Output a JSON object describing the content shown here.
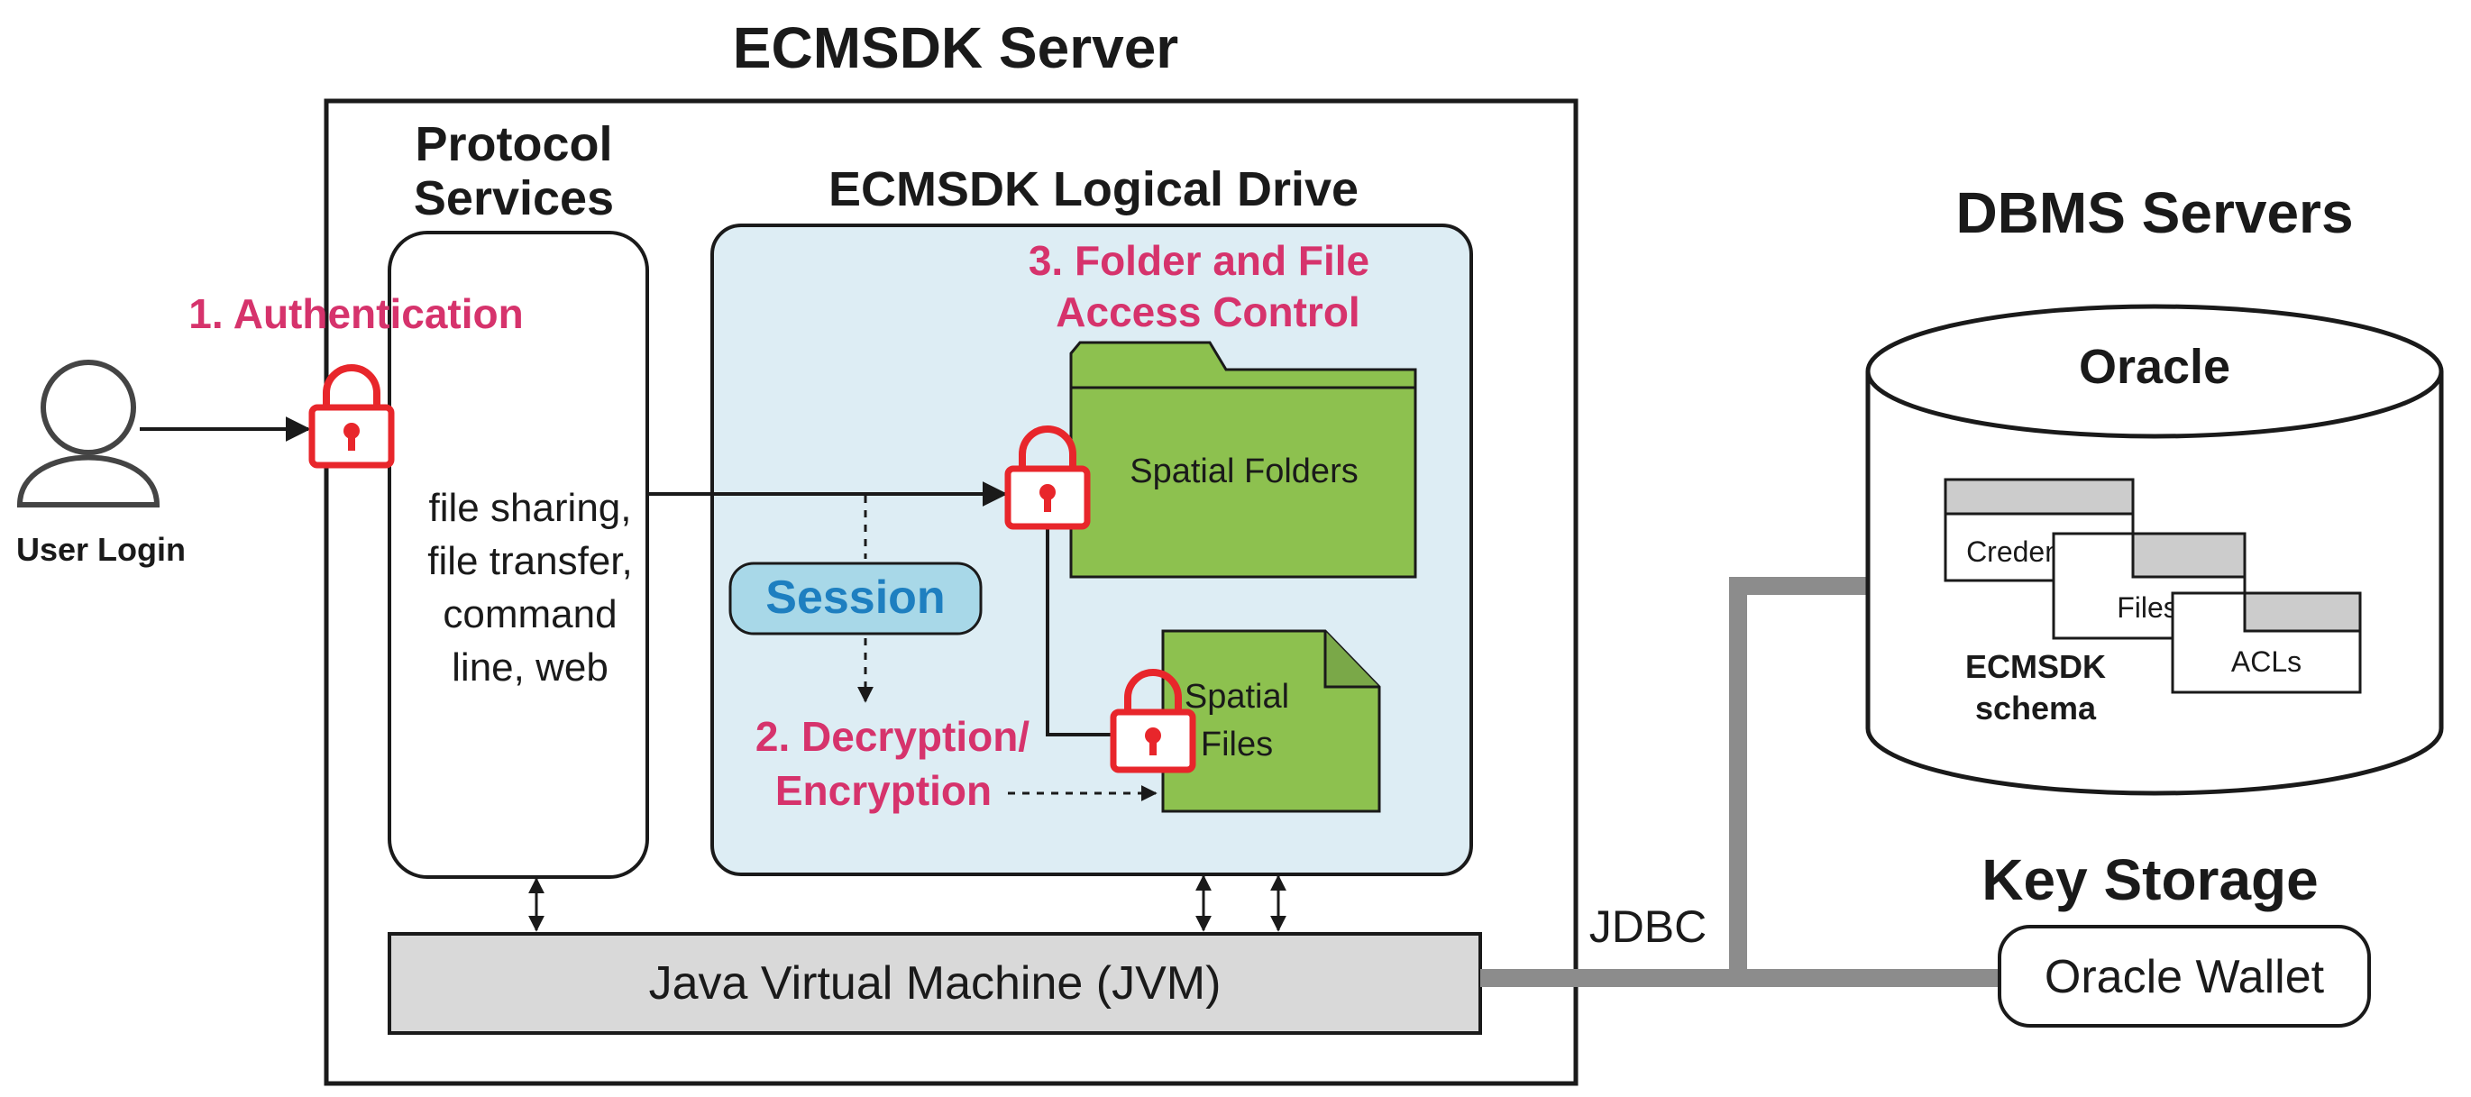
{
  "title": "ECMSDK Server",
  "protocol_services": {
    "heading_line1": "Protocol",
    "heading_line2": "Services",
    "items_line1": "file sharing,",
    "items_line2": "file transfer,",
    "items_line3": "command",
    "items_line4": "line, web"
  },
  "logical_drive": {
    "heading": "ECMSDK Logical Drive",
    "session_label": "Session",
    "folders_label": "Spatial Folders",
    "files_label_line1": "Spatial",
    "files_label_line2": "Files"
  },
  "steps": {
    "authentication": "1. Authentication",
    "decryption_line1": "2. Decryption/",
    "decryption_line2": "Encryption",
    "access_line1": "3. Folder and File",
    "access_line2": "Access Control"
  },
  "user": {
    "label": "User Login"
  },
  "jvm": {
    "label": "Java Virtual Machine (JVM)"
  },
  "jdbc": {
    "label": "JDBC"
  },
  "dbms": {
    "heading": "DBMS Servers",
    "db_name": "Oracle",
    "tables": [
      "Credentials",
      "Files",
      "ACLs"
    ],
    "schema_line1": "ECMSDK",
    "schema_line2": "schema"
  },
  "key_storage": {
    "heading": "Key Storage",
    "wallet_label": "Oracle Wallet"
  },
  "colors": {
    "accent_red": "#d6336c",
    "lock_red": "#e8262b",
    "folder_green": "#8dc14f",
    "drive_bg": "#ddedf4",
    "session_blue": "#a8d8e8",
    "session_text": "#1e7fc0",
    "jvm_gray": "#d9d9d9",
    "connector_gray": "#8c8c8c"
  }
}
